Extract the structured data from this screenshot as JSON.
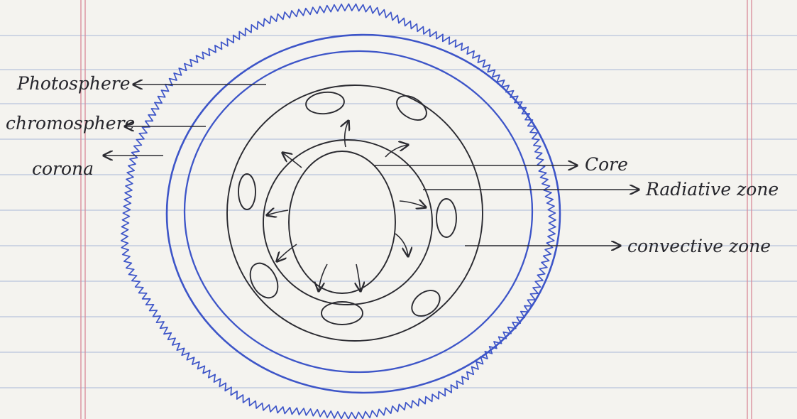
{
  "diagram": {
    "labels_left": {
      "photosphere": "Photosphere",
      "chromosphere": "chromosphere",
      "corona": "corona"
    },
    "labels_right": {
      "core": "Core",
      "radiative": "Radiative zone",
      "convective": "convective zone"
    },
    "colors": {
      "paper": "#f4f3ef",
      "rule_line": "#b7c3dc",
      "margin_line": "#d98a98",
      "blue_ink": "#3d55c8",
      "black_ink": "#2a2a30"
    }
  }
}
